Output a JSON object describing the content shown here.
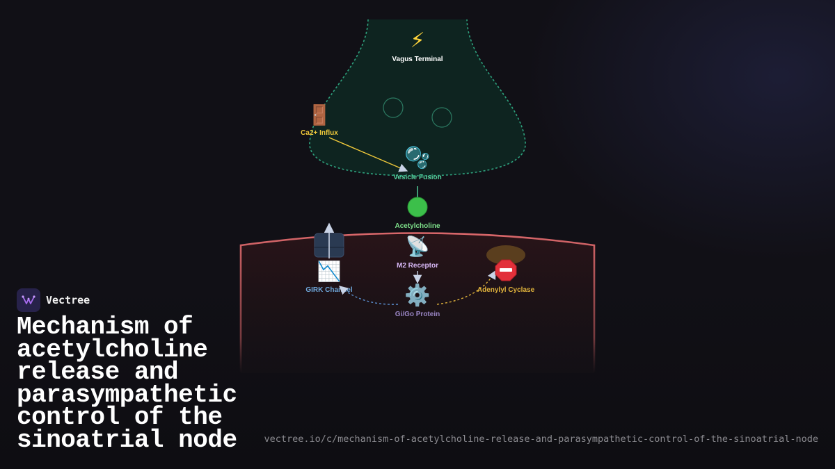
{
  "brand": {
    "name": "Vectree",
    "logo_icon": "vectree-logo-icon",
    "logo_color": "#a86cf0"
  },
  "title": "Mechanism of acetylcholine release and parasympathetic control of the sinoatrial node",
  "url": "vectree.io/c/mechanism-of-acetylcholine-release-and-parasympathetic-control-of-the-sinoatrial-node",
  "diagram": {
    "nodes": {
      "vagus_terminal": {
        "label": "Vagus Terminal",
        "icon": "lightning-icon",
        "glyph": "⚡",
        "color": "#ffffff"
      },
      "ca_influx": {
        "label": "Ca2+ Influx",
        "icon": "door-icon",
        "glyph": "🚪",
        "color": "#f0c93a"
      },
      "vesicle_fusion": {
        "label": "Vesicle Fusion",
        "icon": "bubbles-icon",
        "glyph": "🫧",
        "color": "#56d5a0"
      },
      "acetylcholine": {
        "label": "Acetylcholine",
        "icon": "green-circle-icon",
        "glyph": "🟢",
        "color": "#7ee08a"
      },
      "m2_receptor": {
        "label": "M2 Receptor",
        "icon": "satellite-antenna-icon",
        "glyph": "📡",
        "color": "#d7b8f5"
      },
      "girk_channel": {
        "label": "GIRK Channel",
        "icon": "chart-decreasing-icon",
        "glyph": "📉",
        "color": "#6fa8dc"
      },
      "gi_go_protein": {
        "label": "Gi/Go Protein",
        "icon": "gear-icon",
        "glyph": "⚙️",
        "color": "#9a86c4"
      },
      "adenylyl_cyclase": {
        "label": "Adenylyl Cyclase",
        "icon": "stop-sign-icon",
        "glyph": "🛑",
        "color": "#e0b33c"
      }
    },
    "colors": {
      "terminal_fill": "#0e2420",
      "terminal_border": "#2fa37f",
      "cell_border": "#d9676a",
      "cell_fill": "#2a1418",
      "arrow_light": "#c9d3e6",
      "arrow_ca": "#f0c93a",
      "arrow_girk": "#5b8fd0",
      "arrow_ac": "#e0b33c"
    }
  }
}
